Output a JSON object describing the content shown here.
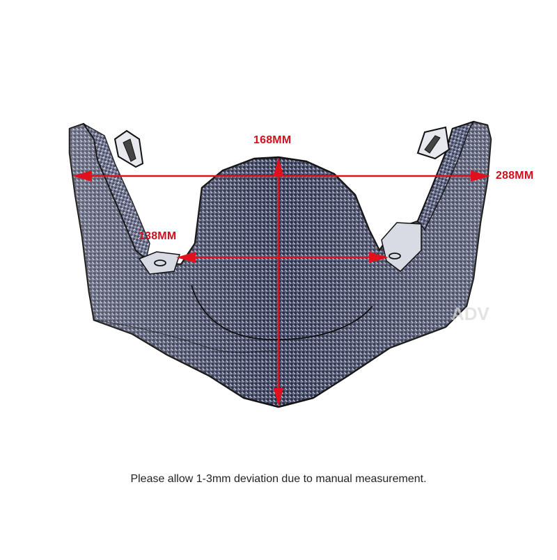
{
  "product": {
    "description": "carbon-fiber-pattern front beak / fender extension",
    "pattern_colors": {
      "dark": "#2a2f45",
      "mid": "#6b7291",
      "light": "#c9cde0",
      "outline": "#111111"
    }
  },
  "dimensions": {
    "height": {
      "label": "168MM"
    },
    "width_outer": {
      "label": "288MM"
    },
    "width_inner": {
      "label": "138MM"
    },
    "arrow_color": "#e0101c"
  },
  "watermark": {
    "text": "ADV"
  },
  "caption": {
    "text": "Please allow 1-3mm deviation due to manual measurement."
  }
}
